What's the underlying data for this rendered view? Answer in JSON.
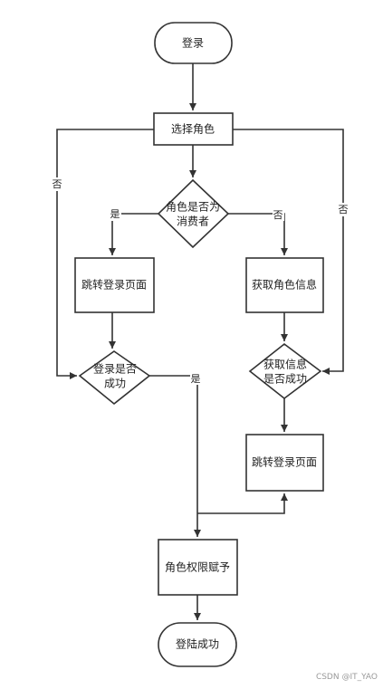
{
  "flowchart": {
    "nodes": {
      "start": "登录",
      "choose_role": "选择角色",
      "is_consumer_l1": "角色是否为",
      "is_consumer_l2": "消费者",
      "jump_login_left": "跳转登录页面",
      "login_ok_l1": "登录是否",
      "login_ok_l2": "成功",
      "get_role_info": "获取角色信息",
      "get_info_ok_l1": "获取信息",
      "get_info_ok_l2": "是否成功",
      "jump_login_right": "跳转登录页面",
      "assign_perm": "角色权限赋予",
      "end": "登陆成功"
    },
    "edge_labels": {
      "far_left_no": "否",
      "consumer_yes": "是",
      "consumer_no": "否",
      "far_right_no": "否",
      "login_yes": "是"
    }
  },
  "watermark": "CSDN @IT_YAO"
}
